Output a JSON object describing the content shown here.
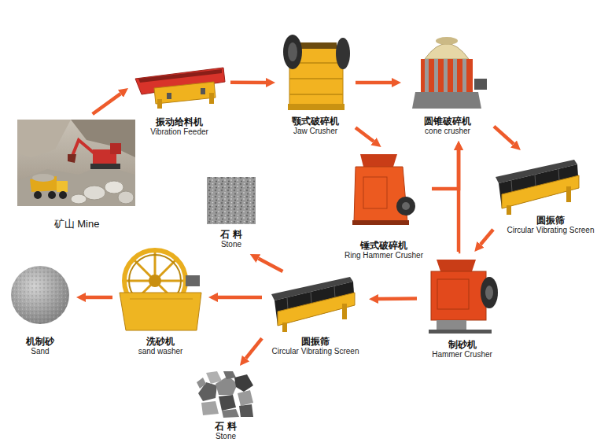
{
  "diagram": {
    "nodes": [
      {
        "text": [
          "矿山 Mine"
        ]
      },
      {
        "text": [
          "振动给料机",
          "Vibration Feeder"
        ]
      },
      {
        "text": [
          "颚式破碎机",
          "Jaw Crusher"
        ]
      },
      {
        "text": [
          "圆锥破碎机",
          "cone crusher"
        ]
      },
      {
        "text": [
          "锤式破碎机",
          "Ring Hammer Crusher"
        ]
      },
      {
        "text": [
          "圆振筛",
          "Circular Vibrating Screen"
        ]
      },
      {
        "text": [
          "石 料",
          "Stone"
        ]
      },
      {
        "text": [
          "制砂机",
          "Hammer Crusher"
        ]
      },
      {
        "text": [
          "圆振筛",
          "Circular Vibrating Screen"
        ]
      },
      {
        "text": [
          "洗砂机",
          "sand washer"
        ]
      },
      {
        "text": [
          "机制砂",
          "Sand"
        ]
      },
      {
        "text": [
          "石 料",
          "Stone"
        ]
      }
    ],
    "edges": [
      {
        "from": 0,
        "to": 1,
        "arrow": "to"
      },
      {
        "from": 1,
        "to": 2,
        "arrow": "to"
      },
      {
        "from": 2,
        "to": 3,
        "arrow": "to"
      },
      {
        "from": 2,
        "to": 4,
        "arrow": "to"
      },
      {
        "from": 4,
        "to": 3,
        "arrow": "to"
      },
      {
        "from": 7,
        "to": 3,
        "arrow": "to"
      },
      {
        "from": 3,
        "to": 5,
        "arrow": "to"
      },
      {
        "from": 5,
        "to": 7,
        "arrow": "to"
      },
      {
        "from": 7,
        "to": 8,
        "arrow": "to"
      },
      {
        "from": 8,
        "to": 9,
        "arrow": "to"
      },
      {
        "from": 8,
        "to": 6,
        "arrow": "to"
      },
      {
        "from": 8,
        "to": 11,
        "arrow": "to"
      },
      {
        "from": 9,
        "to": 10,
        "arrow": "to"
      }
    ]
  }
}
